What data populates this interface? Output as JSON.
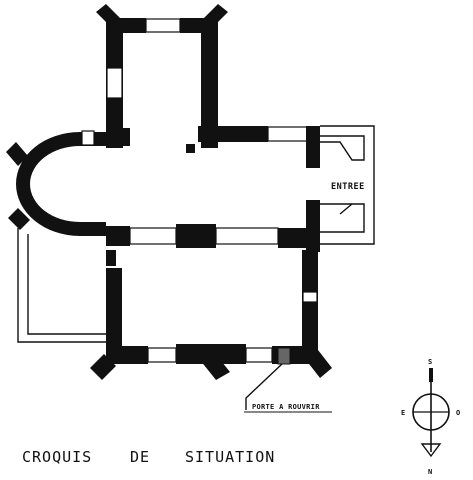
{
  "labels": {
    "entrance": "ENTREE",
    "door_to_open": "PORTE A ROUVRIR",
    "title": "CROQUIS",
    "title_mid": "DE",
    "title_end": "SITUATION"
  },
  "compass": {
    "top": "S",
    "bottom": "N",
    "left": "E",
    "right": "O"
  },
  "colors": {
    "ink": "#111111",
    "paper": "#ffffff"
  }
}
